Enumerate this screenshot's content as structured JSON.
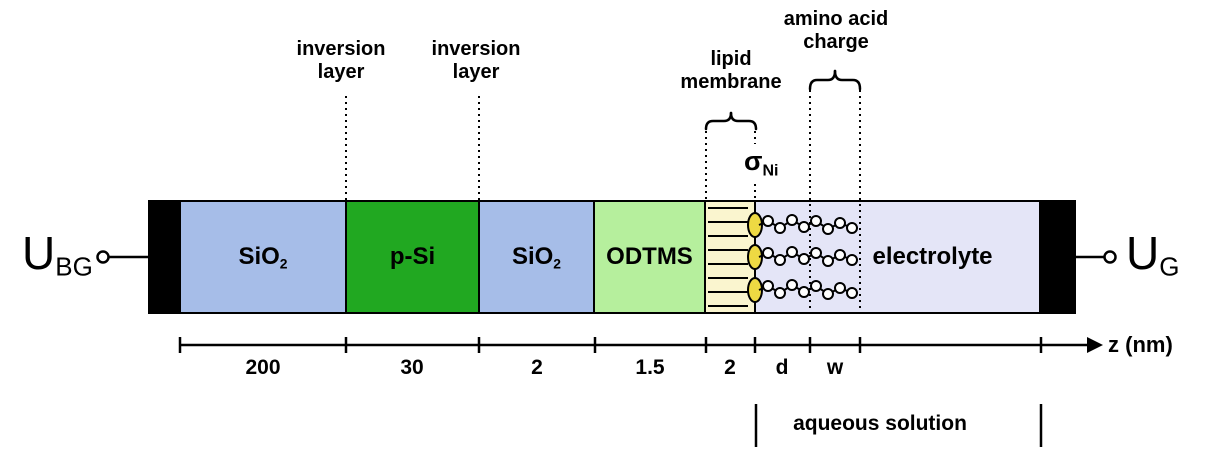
{
  "terminals": {
    "back_gate": {
      "main": "U",
      "sub": "BG"
    },
    "gate": {
      "main": "U",
      "sub": "G"
    }
  },
  "layers": {
    "sio2_thick": {
      "main": "SiO",
      "sub": "2"
    },
    "p_si": {
      "label": "p-Si"
    },
    "sio2_thin": {
      "main": "SiO",
      "sub": "2"
    },
    "odtms": {
      "label": "ODTMS"
    },
    "electrolyte": {
      "label": "electrolyte"
    }
  },
  "annotations": {
    "inversion_layer": {
      "line1": "inversion",
      "line2": "layer"
    },
    "lipid_membrane": {
      "line1": "lipid",
      "line2": "membrane"
    },
    "amino_acid_charge": {
      "line1": "amino acid",
      "line2": "charge"
    },
    "sigma_ni": {
      "main": "σ",
      "sub": "Ni"
    }
  },
  "axis": {
    "segments": [
      "200",
      "30",
      "2",
      "1.5",
      "2",
      "d",
      "w"
    ],
    "label": "z (nm)"
  },
  "footer": {
    "aqueous": "aqueous solution"
  },
  "colors": {
    "sio2": "#a6bde8",
    "p_si": "#21a821",
    "odtms": "#b6ef9d",
    "lipid": "#faf5cf",
    "electrolyte": "#e4e5f7",
    "electrode": "#000000",
    "lipid_head": "#eed943"
  }
}
